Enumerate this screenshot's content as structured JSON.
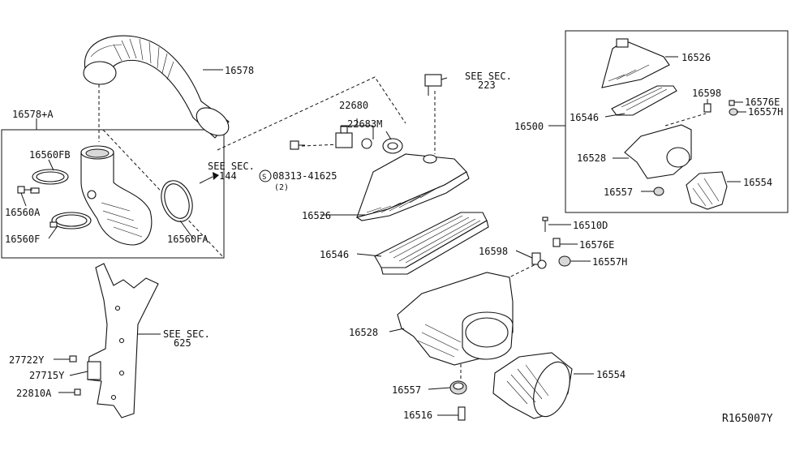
{
  "diagram_id": "R165007Y",
  "labels": {
    "p16578": "16578",
    "p16578a": "16578+A",
    "p16560fb": "16560FB",
    "p16560a": "16560A",
    "p16560f": "16560F",
    "p16560fa": "16560FA",
    "see144_line1": "SEE SEC.",
    "see144_line2": "144",
    "p22680": "22680",
    "p22683m": "22683M",
    "bolt_part": "08313-41625",
    "bolt_circle": "S",
    "bolt_qty": "(2)",
    "p16526_main": "16526",
    "p16546_main": "16546",
    "p16528_main": "16528",
    "p16557_main": "16557",
    "p16516": "16516",
    "p16554_main": "16554",
    "p16598_main": "16598",
    "p16510d": "16510D",
    "p16576e_main": "16576E",
    "p16557h_main": "16557H",
    "see223_line1": "SEE SEC.",
    "see223_line2": "223",
    "p16500": "16500",
    "p16526_box": "16526",
    "p16546_box": "16546",
    "p16528_box": "16528",
    "p16557_box": "16557",
    "p16554_box": "16554",
    "p16598_box": "16598",
    "p16576e_box": "16576E",
    "p16557h_box": "16557H",
    "see625_line1": "SEE SEC.",
    "see625_line2": "625",
    "p27722y": "27722Y",
    "p27715y": "27715Y",
    "p22810a": "22810A"
  }
}
